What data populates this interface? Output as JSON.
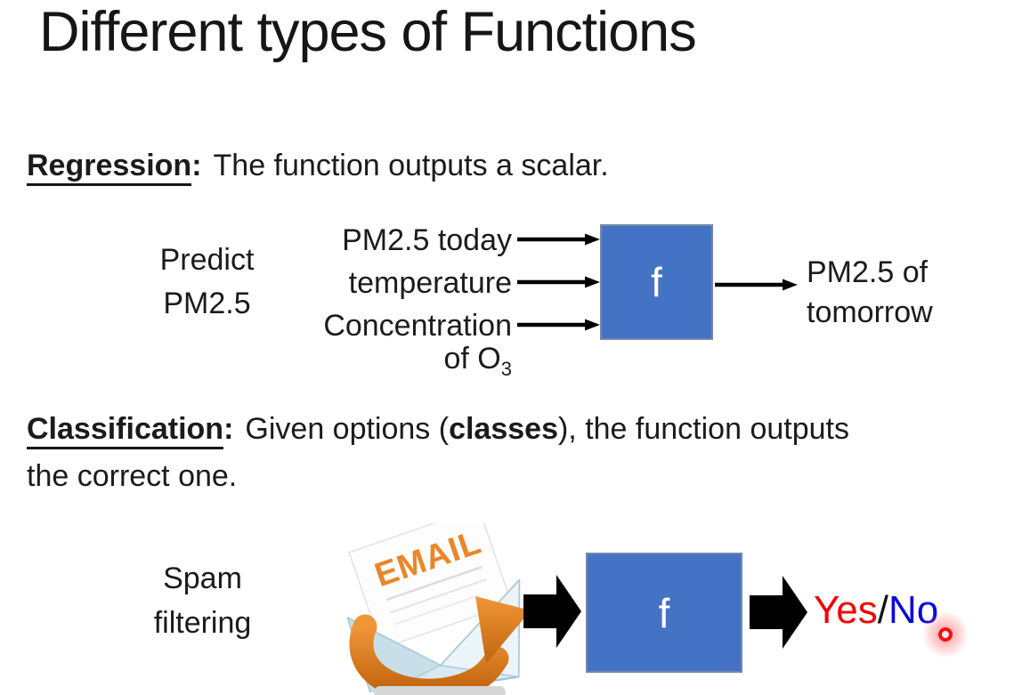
{
  "slide": {
    "title": "Different types of Functions"
  },
  "regression": {
    "term": "Regression",
    "colon": ":",
    "description": "The function outputs a scalar.",
    "example": {
      "line1": "Predict",
      "line2": "PM2.5"
    },
    "inputs": [
      "PM2.5 today",
      "temperature",
      "Concentration"
    ],
    "input4_main": "of O",
    "input4_sub": "3",
    "function_symbol": "f",
    "output": {
      "line1": "PM2.5 of",
      "line2": "tomorrow"
    }
  },
  "classification": {
    "term": "Classification",
    "colon": ":",
    "line1_before_bold": "Given options (",
    "line1_bold": "classes",
    "line1_after_bold": "), the function outputs",
    "line2": "the correct one.",
    "example": {
      "line1": "Spam",
      "line2": "filtering"
    },
    "email_label": "EMAIL",
    "function_symbol": "f",
    "output_yes": "Yes",
    "output_slash": "/",
    "output_no": "No"
  },
  "icons": {
    "email_icon": "envelope-with-orange-swoosh-arrow",
    "input_arrow": "thin-right-arrow",
    "output_arrow": "thin-right-arrow",
    "block_arrow": "solid-black-right-block-arrow",
    "laser_pointer": "red-glowing-dot"
  },
  "colors": {
    "background": "#ffffff",
    "text": "#1b1b1b",
    "function_box_fill": "#4472C4",
    "function_box_text": "#ffffff",
    "yes_text": "#f00505",
    "no_text": "#0a0ad8",
    "email_text": "#e8872a",
    "envelope_fill": "#d9e9f1",
    "swoosh_orange": "#e07b20",
    "laser_dot": "#f21111",
    "arrow_black": "#000000"
  }
}
